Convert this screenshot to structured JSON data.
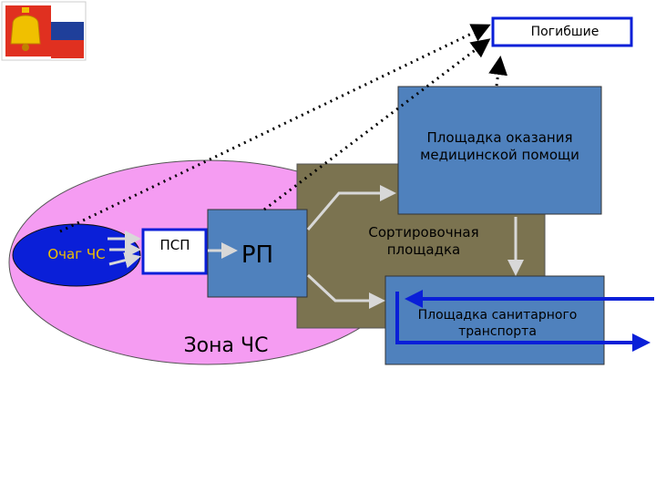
{
  "logo": {
    "name": "bell-emblem-logo",
    "colors": [
      "#ffffff",
      "#1f3f9a",
      "#e03020",
      "#f0c000"
    ]
  },
  "zone": {
    "label": "Зона ЧС",
    "fill": "#f59cf2"
  },
  "ochag": {
    "label": "Очаг ЧС",
    "fill": "#0a1fd8",
    "text_color": "#f0c000"
  },
  "psp": {
    "label": "ПСП"
  },
  "rp": {
    "label": "РП",
    "fill": "#4f81bd"
  },
  "sort": {
    "label": "Сортировочная площадка",
    "fill": "#7b7350"
  },
  "medical": {
    "label": "Площадка оказания медицинской помощи",
    "fill": "#4f81bd"
  },
  "transport": {
    "label": "Площадка санитарного транспорта",
    "fill": "#4f81bd"
  },
  "dead": {
    "label": "Погибшие"
  },
  "arrows": {
    "solid_color": "#d8d8d8",
    "dotted_color": "#000000",
    "blue_color": "#0a1fd8"
  }
}
